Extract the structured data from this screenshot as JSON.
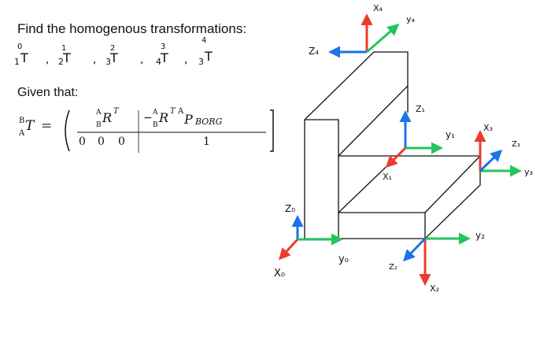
{
  "problem": {
    "heading": "Find the homogenous transformations:",
    "given_label": "Given that:"
  },
  "transforms": [
    {
      "sup": "0",
      "sub": "1",
      "T": "T"
    },
    {
      "sup": "1",
      "sub": "2",
      "T": "T"
    },
    {
      "sup": "2",
      "sub": "3",
      "T": "T"
    },
    {
      "sup": "3",
      "sub": "4",
      "T": "T"
    },
    {
      "sup": "4",
      "sub": "3",
      "T": "T"
    }
  ],
  "separator": ",",
  "formula": {
    "lhs_sup": "B",
    "lhs_sub": "A",
    "lhs_T": "T",
    "equals": "=",
    "rot_sup": "A",
    "rot_sub": "B",
    "rot_main": "R",
    "rot_exp": "T",
    "neg_prefix": "−",
    "trans_tail": "P",
    "trans_tail_sup": "A",
    "trans_tail_sub": "BORG",
    "zeros": [
      "0",
      "0",
      "0"
    ],
    "one": "1"
  },
  "frames": {
    "x0": "X₀",
    "y0": "y₀",
    "z0": "Z₀",
    "x1": "X₁",
    "y1": "y₁",
    "z1": "Z₁",
    "x2": "X₂",
    "y2": "y₂",
    "z2": "Z₂",
    "x3": "X₃",
    "y3": "y₃",
    "z3": "Z₃",
    "x4": "X₄",
    "y4": "y₄",
    "z4": "Z₄"
  },
  "colors": {
    "z_axis": "#1a73e8",
    "y_axis": "#22c55e",
    "x_axis": "#ef3b2c",
    "ink": "#111111"
  }
}
